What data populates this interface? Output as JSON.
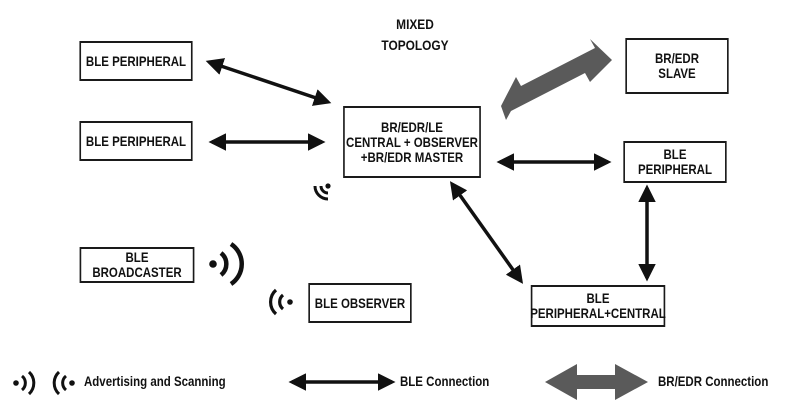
{
  "title": {
    "line1": "MIXED",
    "line2": "TOPOLOGY"
  },
  "nodes": {
    "ble_peripheral_top": {
      "label": "BLE PERIPHERAL"
    },
    "ble_peripheral_mid": {
      "label": "BLE PERIPHERAL"
    },
    "central": {
      "line1": "BR/EDR/LE",
      "line2": "CENTRAL + OBSERVER",
      "line3": "+BR/EDR  MASTER"
    },
    "br_edr_slave": {
      "line1": "BR/EDR",
      "line2": "SLAVE"
    },
    "ble_peripheral_right": {
      "label": "BLE PERIPHERAL"
    },
    "ble_broadcaster": {
      "label": "BLE BROADCASTER"
    },
    "ble_observer": {
      "label": "BLE OBSERVER"
    },
    "ble_peripheral_central": {
      "line1": "BLE",
      "line2": "PERIPHERAL+CENTRAL"
    }
  },
  "legend": {
    "advertising": "Advertising and Scanning",
    "ble_connection": "BLE Connection",
    "br_edr_connection": "BR/EDR Connection"
  },
  "colors": {
    "ble_arrow": "#111111",
    "br_edr_arrow": "#5a5a5a",
    "border": "#1a1a1a"
  },
  "icons": [
    "broadcast-signal-icon",
    "scanning-signal-icon"
  ]
}
